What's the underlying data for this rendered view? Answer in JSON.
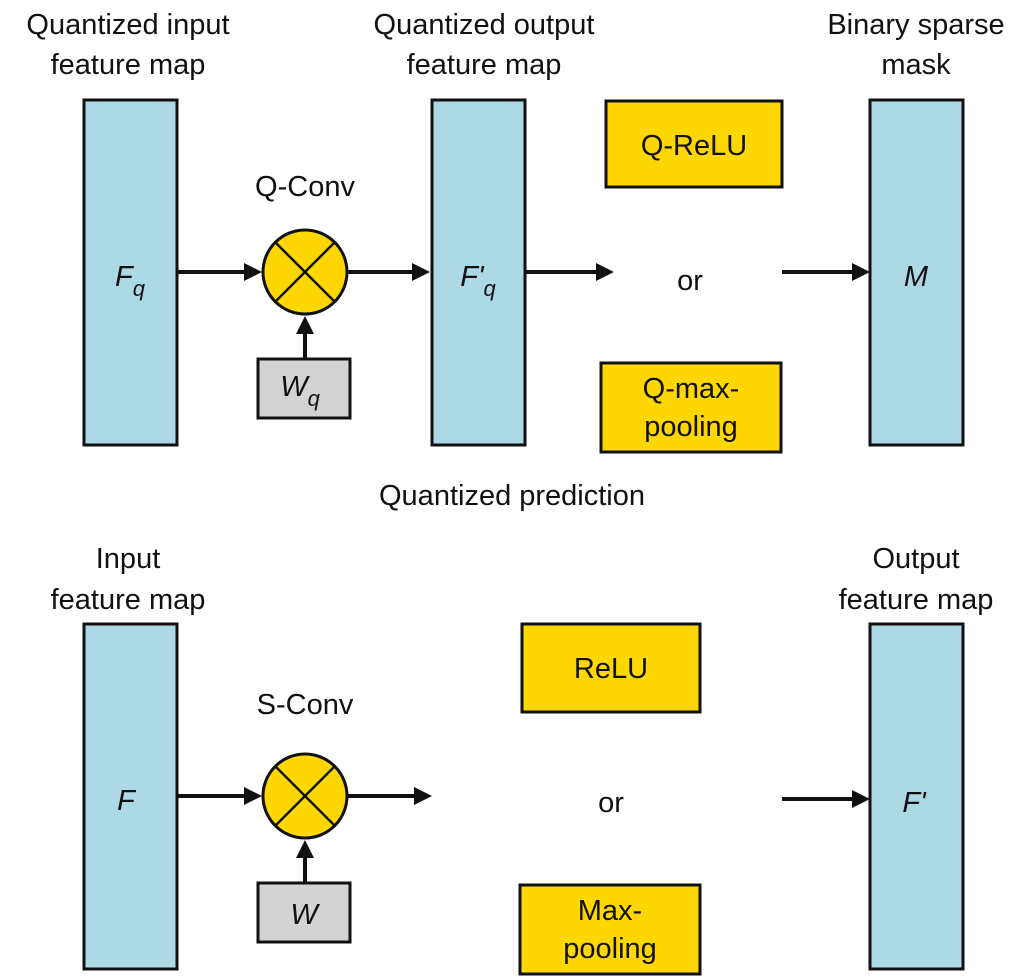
{
  "top": {
    "input_title_1": "Quantized input",
    "input_title_2": "feature map",
    "output_title_1": "Quantized output",
    "output_title_2": "feature map",
    "mask_title_1": "Binary sparse",
    "mask_title_2": "mask",
    "input_var": "F",
    "input_sub": "q",
    "conv_label": "Q-Conv",
    "weight_var": "W",
    "weight_sub": "q",
    "output_var": "F'",
    "output_sub": "q",
    "relu_label": "Q-ReLU",
    "or_label": "or",
    "pool_label_1": "Q-max-",
    "pool_label_2": "pooling",
    "mask_var": "M"
  },
  "section_caption": "Quantized prediction",
  "bottom": {
    "input_title_1": "Input",
    "input_title_2": "feature map",
    "output_title_1": "Output",
    "output_title_2": "feature map",
    "input_var": "F",
    "conv_label": "S-Conv",
    "weight_var": "W",
    "relu_label": "ReLU",
    "or_label": "or",
    "pool_label_1": "Max-",
    "pool_label_2": "pooling",
    "output_var": "F'"
  },
  "colors": {
    "feature_map_fill": "#add8e6",
    "operation_fill": "#ffd700",
    "weight_fill": "#d3d3d3",
    "stroke": "#111111"
  },
  "icons": {
    "conv_operator": "circled-times-icon"
  }
}
